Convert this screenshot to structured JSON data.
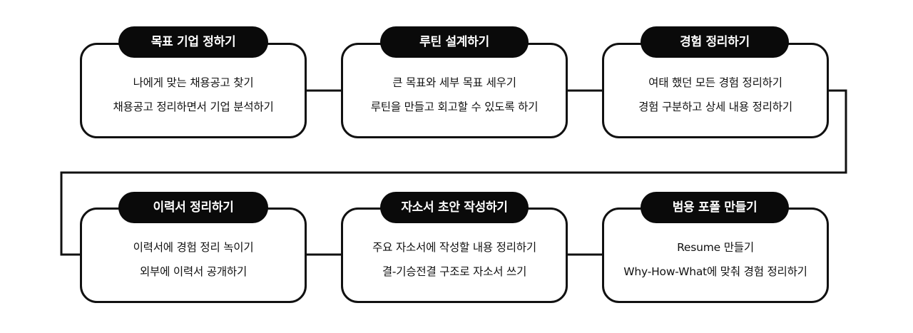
{
  "steps": [
    {
      "title": "목표 기업 정하기",
      "lines": [
        "나에게 맞는 채용공고 찾기",
        "채용공고 정리하면서 기업 분석하기"
      ]
    },
    {
      "title": "루틴 설계하기",
      "lines": [
        "큰 목표와 세부 목표 세우기",
        "루틴을 만들고 회고할 수 있도록 하기"
      ]
    },
    {
      "title": "경험 정리하기",
      "lines": [
        "여태 했던 모든 경험 정리하기",
        "경험 구분하고 상세 내용 정리하기"
      ]
    },
    {
      "title": "이력서 정리하기",
      "lines": [
        "이력서에 경험 정리 녹이기",
        "외부에 이력서 공개하기"
      ]
    },
    {
      "title": "자소서 초안 작성하기",
      "lines": [
        "주요 자소서에 작성할 내용 정리하기",
        "결-기승전결 구조로 자소서 쓰기"
      ]
    },
    {
      "title": "범용 포폴 만들기",
      "lines": [
        "Resume 만들기",
        "Why-How-What에 맞춰 경험 정리하기"
      ]
    }
  ],
  "colors": {
    "ink": "#111111",
    "pill": "#0a0a0a",
    "background": "#ffffff"
  }
}
